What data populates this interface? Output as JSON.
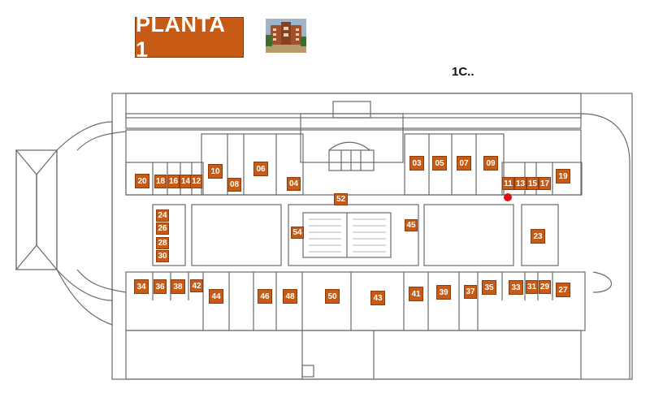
{
  "header": {
    "title": "PLANTA 1",
    "zone": "1C.."
  },
  "colors": {
    "badge": "#c75b16",
    "marker": "#e01010",
    "wall": "#6a6a6a"
  },
  "photo": {
    "icon": "building-photo-icon"
  },
  "marker": {
    "icon": "location-marker-icon"
  },
  "rooms": [
    {
      "id": "20"
    },
    {
      "id": "18"
    },
    {
      "id": "16"
    },
    {
      "id": "14"
    },
    {
      "id": "12"
    },
    {
      "id": "10"
    },
    {
      "id": "08"
    },
    {
      "id": "06"
    },
    {
      "id": "04"
    },
    {
      "id": "03"
    },
    {
      "id": "05"
    },
    {
      "id": "07"
    },
    {
      "id": "09"
    },
    {
      "id": "11"
    },
    {
      "id": "13"
    },
    {
      "id": "15"
    },
    {
      "id": "17"
    },
    {
      "id": "19"
    },
    {
      "id": "52"
    },
    {
      "id": "24"
    },
    {
      "id": "26"
    },
    {
      "id": "28"
    },
    {
      "id": "30"
    },
    {
      "id": "54"
    },
    {
      "id": "45"
    },
    {
      "id": "23"
    },
    {
      "id": "34"
    },
    {
      "id": "36"
    },
    {
      "id": "38"
    },
    {
      "id": "42"
    },
    {
      "id": "44"
    },
    {
      "id": "46"
    },
    {
      "id": "48"
    },
    {
      "id": "50"
    },
    {
      "id": "43"
    },
    {
      "id": "41"
    },
    {
      "id": "39"
    },
    {
      "id": "37"
    },
    {
      "id": "35"
    },
    {
      "id": "33"
    },
    {
      "id": "31"
    },
    {
      "id": "29"
    },
    {
      "id": "27"
    }
  ]
}
